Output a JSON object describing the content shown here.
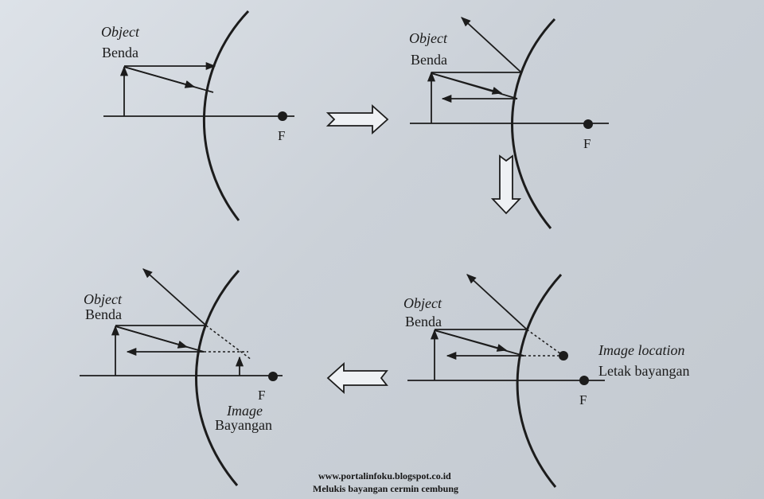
{
  "panels": [
    {
      "object_en": "Object",
      "object_id": "Benda",
      "focus": "F"
    },
    {
      "object_en": "Object",
      "object_id": "Benda",
      "focus": "F"
    },
    {
      "object_en": "Object",
      "object_id": "Benda",
      "focus": "F",
      "image_en": "Image location",
      "image_id": "Letak bayangan"
    },
    {
      "object_en": "Object",
      "object_id": "Benda",
      "focus": "F",
      "image_en": "Image",
      "image_id": "Bayangan"
    }
  ],
  "caption": {
    "url": "www.portalinfoku.blogspot.co.id",
    "title": "Melukis bayangan cermin cembung"
  },
  "colors": {
    "ink": "#1c1c1c",
    "paper": "#d3d8de"
  }
}
